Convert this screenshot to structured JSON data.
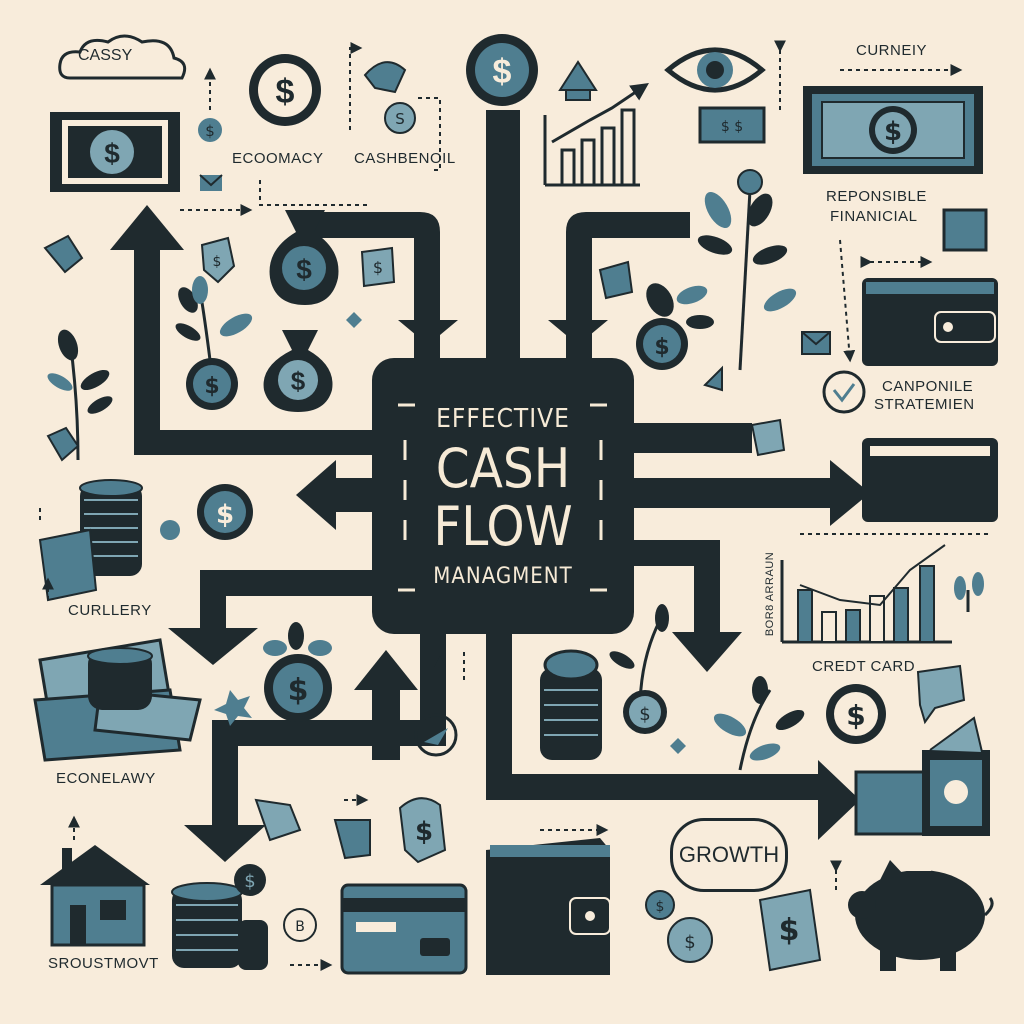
{
  "title": {
    "line1": "EFFECTIVE",
    "line2": "CASH",
    "line3": "FLOW",
    "line4": "MANAGMENT"
  },
  "labels": {
    "cassy": "CASSY",
    "ecoomacy": "ECOOMACY",
    "cashbenoll": "CASHBENOIL",
    "curnety": "CURNEIY",
    "reponsible": "REPONSIBLE",
    "finanicial": "FINANICIAL",
    "canponile": "CANPONILE",
    "stratemien": "STRATEMIEN",
    "curllery": "CURLLERY",
    "credit_card": "CREDT CARD",
    "ecnelawy": "ECONELAWY",
    "growth": "GROWTH",
    "sroustmovt": "SROUSTMOVT",
    "chart_caption": "BOR8 ARRAUN"
  },
  "colors": {
    "background": "#f8ecdb",
    "ink": "#1f2a2e",
    "teal": "#4f7e90",
    "teal_light": "#7fa6b3"
  },
  "icons": [
    "dollar-coin-icon",
    "money-bag-icon",
    "banknote-icon",
    "wallet-icon",
    "plant-icon",
    "coin-stack-icon",
    "bar-chart-icon",
    "house-icon",
    "piggy-bank-icon",
    "credit-card-icon",
    "eye-icon"
  ]
}
